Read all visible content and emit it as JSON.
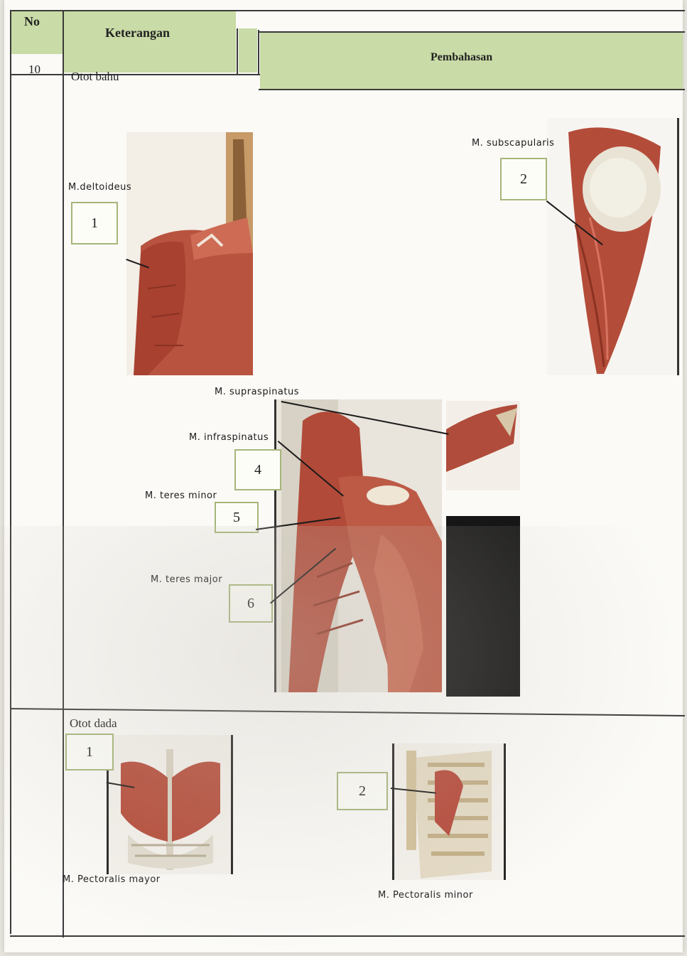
{
  "table": {
    "headers": {
      "no": "No",
      "keterangan": "Keterangan",
      "pembahasan": "Pembahasan"
    },
    "rows": [
      {
        "no": "10",
        "title": "Otot bahu",
        "items": [
          {
            "box": "1",
            "label": "M.deltoideus"
          },
          {
            "box": "2",
            "label": "M. subscapularis"
          },
          {
            "label": "M. supraspinatus"
          },
          {
            "box": "4",
            "label": "M. infraspinatus"
          },
          {
            "box": "5",
            "label": "M. teres minor"
          },
          {
            "box": "6",
            "label": "M. teres major"
          }
        ]
      },
      {
        "no": "",
        "title": "Otot dada",
        "items": [
          {
            "box": "1",
            "label": "M. Pectoralis mayor"
          },
          {
            "box": "2",
            "label": "M. Pectoralis minor"
          }
        ]
      }
    ]
  },
  "colors": {
    "header_fill": "#c9dba6",
    "muscle": "#b0493a",
    "box_border": "#a5b67a"
  }
}
